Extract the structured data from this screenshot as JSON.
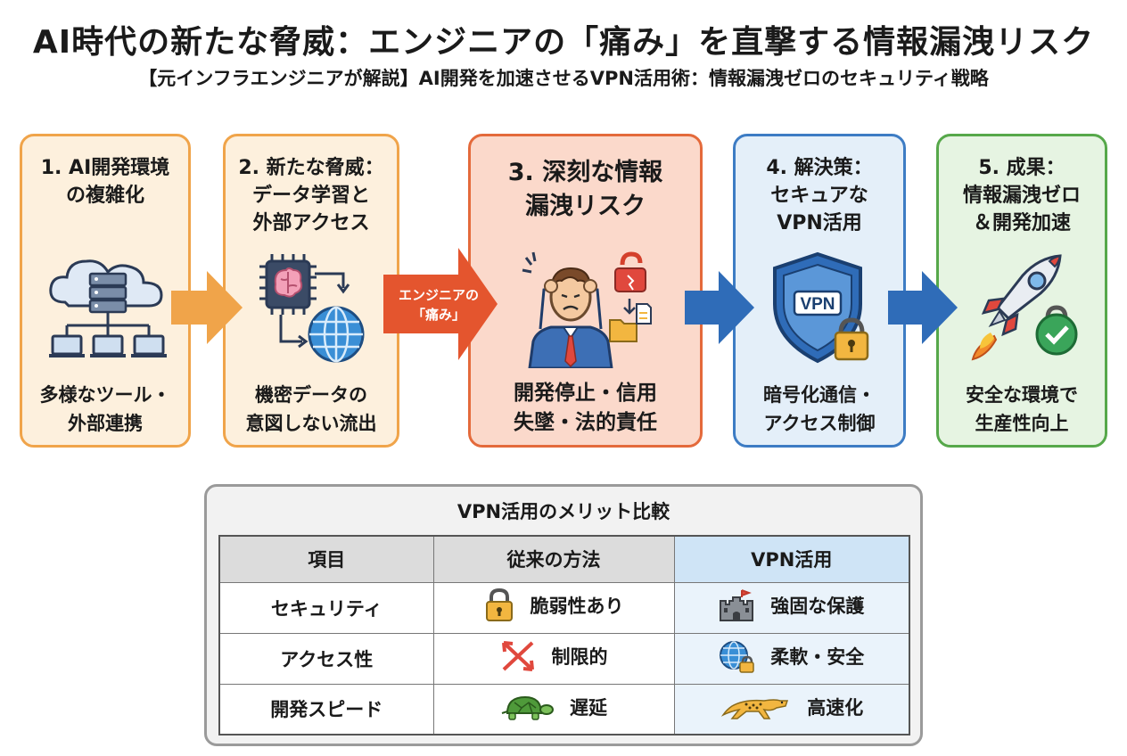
{
  "title": "AI時代の新たな脅威：エンジニアの「痛み」を直撃する情報漏洩リスク",
  "subtitle": "【元インフラエンジニアが解説】AI開発を加速させるVPN活用術：情報漏洩ゼロのセキュリティ戦略",
  "steps": [
    {
      "title": "1. AI開発環境\nの複雑化",
      "description": "多様なツール・\n外部連携",
      "icon": "cloud-server-network-icon",
      "color": "#f0a44a"
    },
    {
      "title": "2. 新たな脅威：\nデータ学習と\n外部アクセス",
      "description": "機密データの\n意図しない流出",
      "icon": "ai-chip-globe-icon",
      "color": "#f0a44a"
    },
    {
      "title": "3. 深刻な情報\n漏洩リスク",
      "description": "開発停止・信用\n失墜・法的責任",
      "icon": "stressed-engineer-icon",
      "color": "#e46a3b"
    },
    {
      "title": "4. 解決策：\nセキュアな\nVPN活用",
      "description": "暗号化通信・\nアクセス制御",
      "icon": "vpn-shield-icon",
      "color": "#3d7cc4"
    },
    {
      "title": "5. 成果：\n情報漏洩ゼロ\n＆開発加速",
      "description": "安全な環境で\n生産性向上",
      "icon": "rocket-icon",
      "color": "#56a84a"
    }
  ],
  "arrows": {
    "pain_label": "エンジニアの\n「痛み」",
    "colors": [
      "#f0a44a",
      "#e46a3b",
      "#3d7cc4",
      "#3d7cc4"
    ]
  },
  "icon_labels": {
    "vpn": "VPN"
  },
  "comparison": {
    "title": "VPN活用のメリット比較",
    "headers": [
      "項目",
      "従来の方法",
      "VPN活用"
    ],
    "rows": [
      {
        "item": "セキュリティ",
        "traditional": "脆弱性あり",
        "traditional_icon": "padlock-icon",
        "vpn": "強固な保護",
        "vpn_icon": "castle-icon"
      },
      {
        "item": "アクセス性",
        "traditional": "制限的",
        "traditional_icon": "crossed-arrows-icon",
        "vpn": "柔軟・安全",
        "vpn_icon": "globe-lock-icon"
      },
      {
        "item": "開発スピード",
        "traditional": "遅延",
        "traditional_icon": "turtle-icon",
        "vpn": "高速化",
        "vpn_icon": "cheetah-icon"
      }
    ]
  }
}
